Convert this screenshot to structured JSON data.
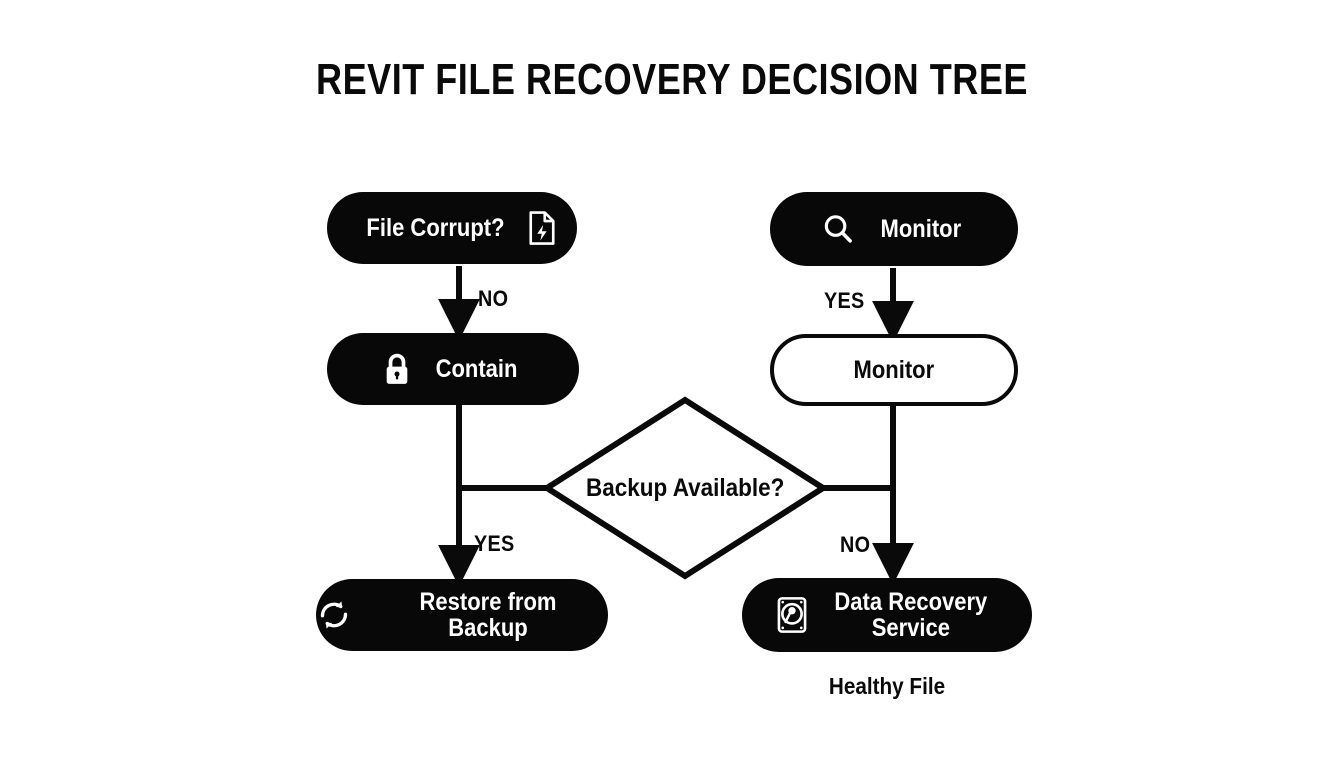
{
  "page": {
    "title": "REVIT FILE RECOVERY DECISION TREE",
    "background_color": "#ffffff",
    "ink_color": "#0a0a0a"
  },
  "diagram": {
    "type": "flowchart",
    "nodes": [
      {
        "id": "file-corrupt",
        "label": "File Corrupt?",
        "shape": "rounded-pill",
        "style": "solid-black",
        "icon": "file-lightning-icon",
        "icon_position": "right"
      },
      {
        "id": "monitor-check",
        "label": "Monitor",
        "shape": "rounded-pill",
        "style": "solid-black",
        "icon": "search-icon",
        "icon_position": "left"
      },
      {
        "id": "contain",
        "label": "Contain",
        "shape": "rounded-pill",
        "style": "solid-black",
        "icon": "lock-icon",
        "icon_position": "left"
      },
      {
        "id": "monitor-state",
        "label": "Monitor",
        "shape": "rounded-pill",
        "style": "outline-white",
        "icon": "none",
        "icon_position": "none"
      },
      {
        "id": "backup-available",
        "label": "Backup Available?",
        "shape": "diamond",
        "style": "outline-white",
        "icon": "none",
        "icon_position": "none"
      },
      {
        "id": "restore-from-backup",
        "label": "Restore from Backup",
        "shape": "rounded-pill",
        "style": "solid-black",
        "icon": "refresh-cycle-icon",
        "icon_position": "left"
      },
      {
        "id": "data-recovery-service",
        "label": "Data Recovery\nService",
        "shape": "rounded-pill",
        "style": "solid-black",
        "icon": "hard-disk-icon",
        "icon_position": "left"
      }
    ],
    "edges": [
      {
        "id": "e1",
        "from": "file-corrupt",
        "to": "contain",
        "label": "NO"
      },
      {
        "id": "e2",
        "from": "monitor-check",
        "to": "monitor-state",
        "label": "YES"
      },
      {
        "id": "e3",
        "from": "contain",
        "to": "backup-available",
        "label": ""
      },
      {
        "id": "e4",
        "from": "monitor-state",
        "to": "backup-available",
        "label": ""
      },
      {
        "id": "e5",
        "from": "backup-available",
        "to": "restore-from-backup",
        "label": "YES"
      },
      {
        "id": "e6",
        "from": "backup-available",
        "to": "data-recovery-service",
        "label": "NO"
      }
    ],
    "captions": [
      {
        "id": "healthy-file",
        "text": "Healthy File",
        "anchor": "data-recovery-service"
      }
    ]
  }
}
